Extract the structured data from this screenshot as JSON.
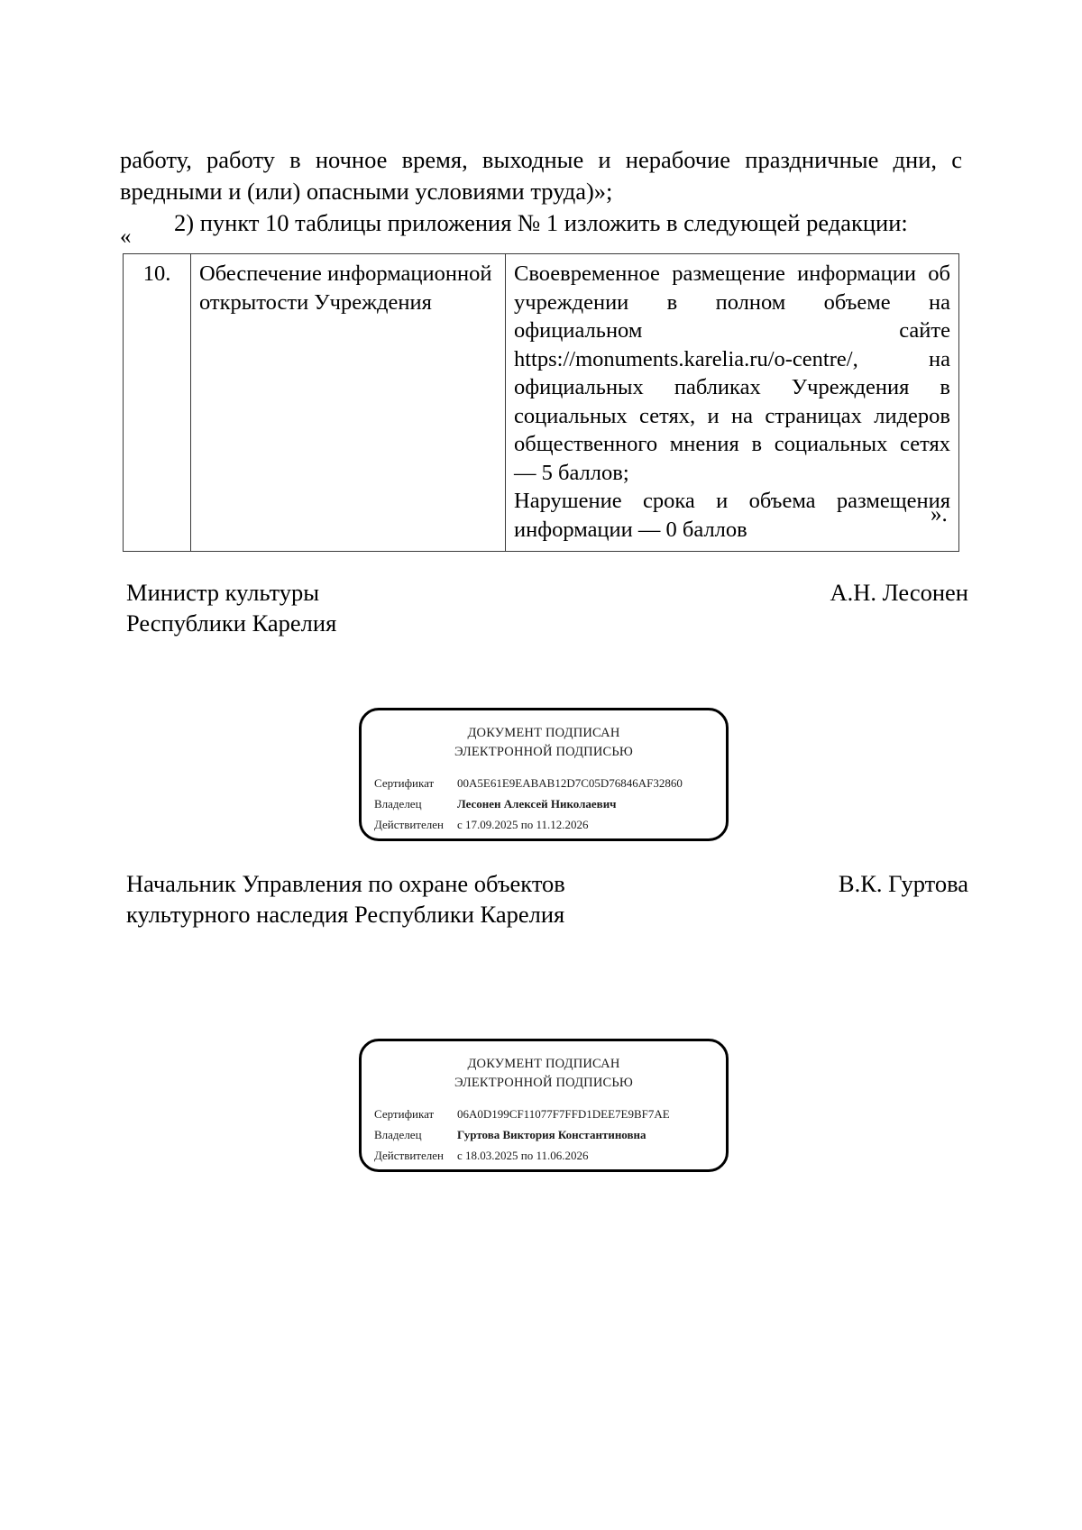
{
  "document": {
    "paragraph_1": "работу, работу в ночное время, выходные и нерабочие праздничные дни, с вредными и (или) опасными условиями труда)»;",
    "paragraph_2": "2) пункт 10 таблицы приложения № 1 изложить в следующей редакции:",
    "quote_open": "«",
    "quote_close": "»."
  },
  "table": {
    "rows": [
      {
        "number": "10.",
        "name": "Обеспечение информационной открытости Учреждения",
        "criteria_line_1": "Своевременное размещение информации об учреждении в полном объеме на официальном сайте https://monuments.karelia.ru/o-centre/, на официальных пабликах Учреждения в социальных сетях, и на страницах лидеров общественного мнения в социальных сетях — 5 баллов;",
        "criteria_line_2": "Нарушение срока и объема размещения информации — 0 баллов"
      }
    ]
  },
  "signatures": [
    {
      "role_line_1": "Министр культуры",
      "role_line_2": "Республики Карелия",
      "person": "А.Н. Лесонен"
    },
    {
      "role_line_1": "Начальник Управления по охране объектов",
      "role_line_2": "культурного наследия Республики Карелия",
      "person": "В.К. Гуртова"
    }
  ],
  "stamps": [
    {
      "title_line_1": "ДОКУМЕНТ ПОДПИСАН",
      "title_line_2": "ЭЛЕКТРОННОЙ ПОДПИСЬЮ",
      "certificate_label": "Сертификат",
      "certificate_value": "00A5E61E9EABAB12D7C05D76846AF32860",
      "owner_label": "Владелец",
      "owner_value": "Лесонен Алексей Николаевич",
      "valid_label": "Действителен",
      "valid_value": "с 17.09.2025 по 11.12.2026"
    },
    {
      "title_line_1": "ДОКУМЕНТ ПОДПИСАН",
      "title_line_2": "ЭЛЕКТРОННОЙ ПОДПИСЬЮ",
      "certificate_label": "Сертификат",
      "certificate_value": "06A0D199CF11077F7FFD1DEE7E9BF7AE",
      "owner_label": "Владелец",
      "owner_value": "Гуртова Виктория Константиновна",
      "valid_label": "Действителен",
      "valid_value": "с 18.03.2025 по 11.06.2026"
    }
  ]
}
